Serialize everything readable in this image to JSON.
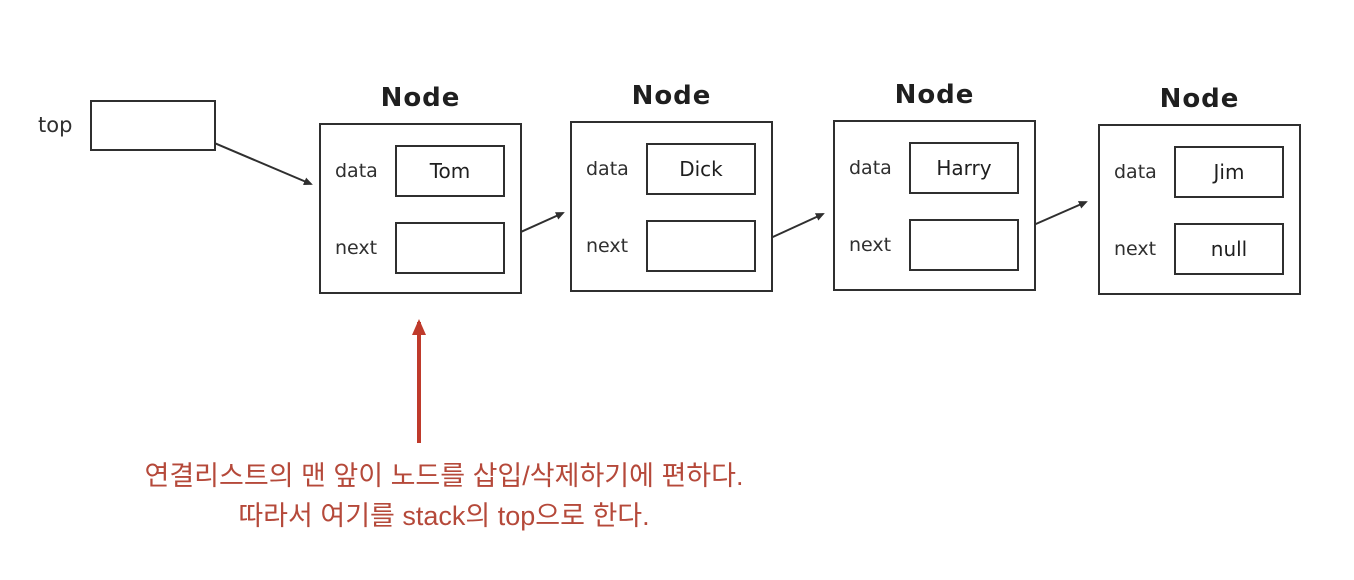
{
  "diagram": {
    "top_pointer": {
      "label": "top"
    },
    "nodes": [
      {
        "title": "Node",
        "data_label": "data",
        "data_value": "Tom",
        "next_label": "next",
        "next_value": ""
      },
      {
        "title": "Node",
        "data_label": "data",
        "data_value": "Dick",
        "next_label": "next",
        "next_value": ""
      },
      {
        "title": "Node",
        "data_label": "data",
        "data_value": "Harry",
        "next_label": "next",
        "next_value": ""
      },
      {
        "title": "Node",
        "data_label": "data",
        "data_value": "Jim",
        "next_label": "next",
        "next_value": "null"
      }
    ],
    "annotation": {
      "line1": "연결리스트의 맨 앞이 노드를 삽입/삭제하기에 편하다.",
      "line2": "따라서 여기를 stack의 top으로 한다."
    },
    "colors": {
      "line": "#2f2f2f",
      "annotation_text": "#b5493a",
      "annotation_arrow": "#bf3a2b",
      "background": "#ffffff"
    }
  }
}
